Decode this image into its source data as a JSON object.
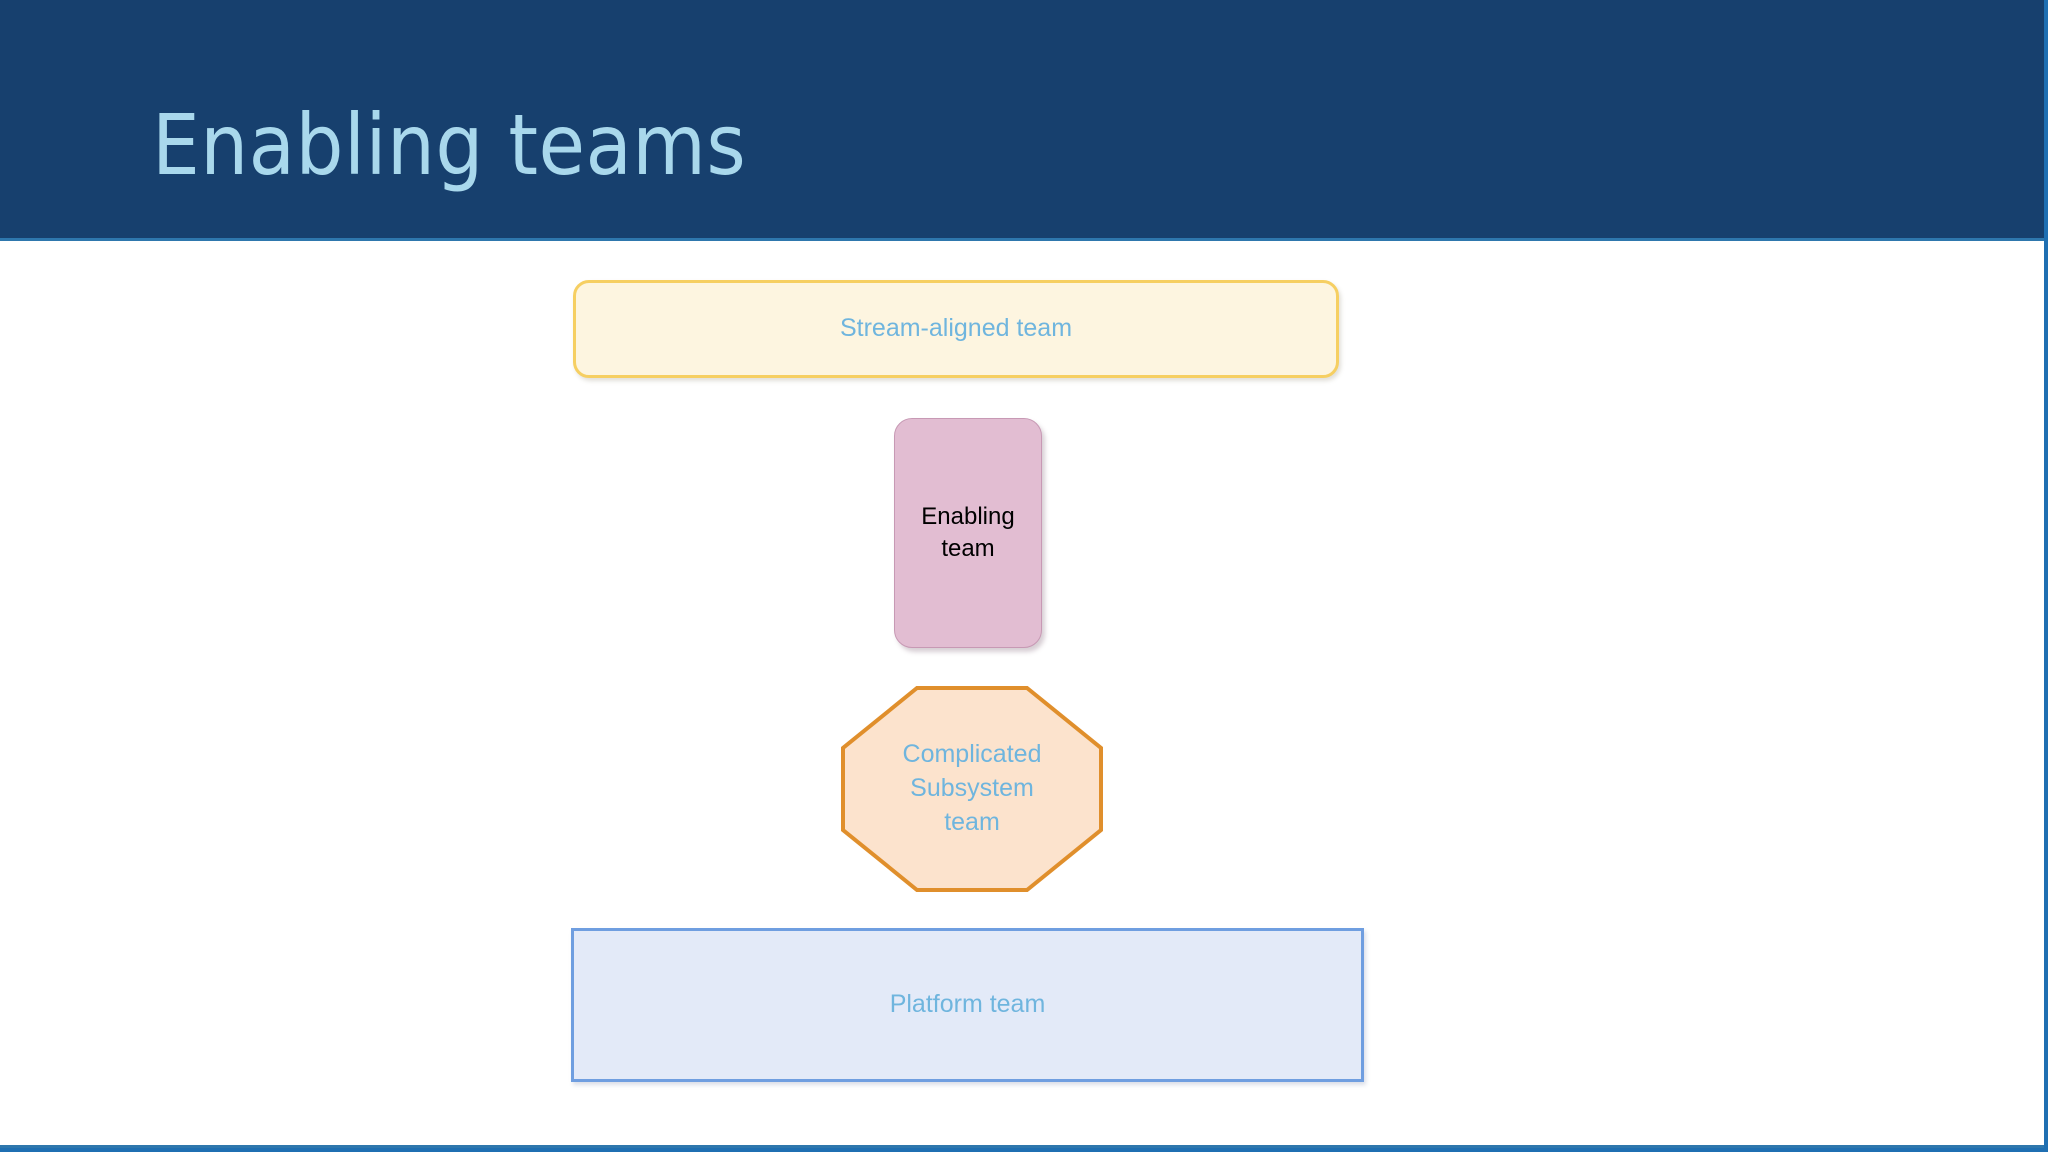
{
  "slide": {
    "title": "Enabling teams",
    "header_bg": "#17406e",
    "title_color": "#a9d8ec",
    "accent_rule_color": "#2e77ad",
    "background": "#ffffff"
  },
  "diagram": {
    "shapes": [
      {
        "key": "stream_aligned",
        "label": "Stream-aligned team",
        "shape": "rounded-rectangle",
        "fill": "#fdf5e0",
        "stroke": "#f6cf62",
        "text_color": "#6fb5de"
      },
      {
        "key": "enabling",
        "label": "Enabling\nteam",
        "label_line1": "Enabling",
        "label_line2": "team",
        "shape": "rounded-rectangle",
        "fill": "#e2bdd2",
        "stroke": "#c799b4",
        "text_color": "#000000"
      },
      {
        "key": "complicated_subsystem",
        "label": "Complicated\nSubsystem\nteam",
        "shape": "octagon",
        "fill": "#fce3cd",
        "stroke": "#e08f2c",
        "text_color": "#6fb5de"
      },
      {
        "key": "platform",
        "label": "Platform team",
        "shape": "rectangle",
        "fill": "#e3eaf8",
        "stroke": "#6f9ee0",
        "text_color": "#6fb5de"
      }
    ]
  }
}
